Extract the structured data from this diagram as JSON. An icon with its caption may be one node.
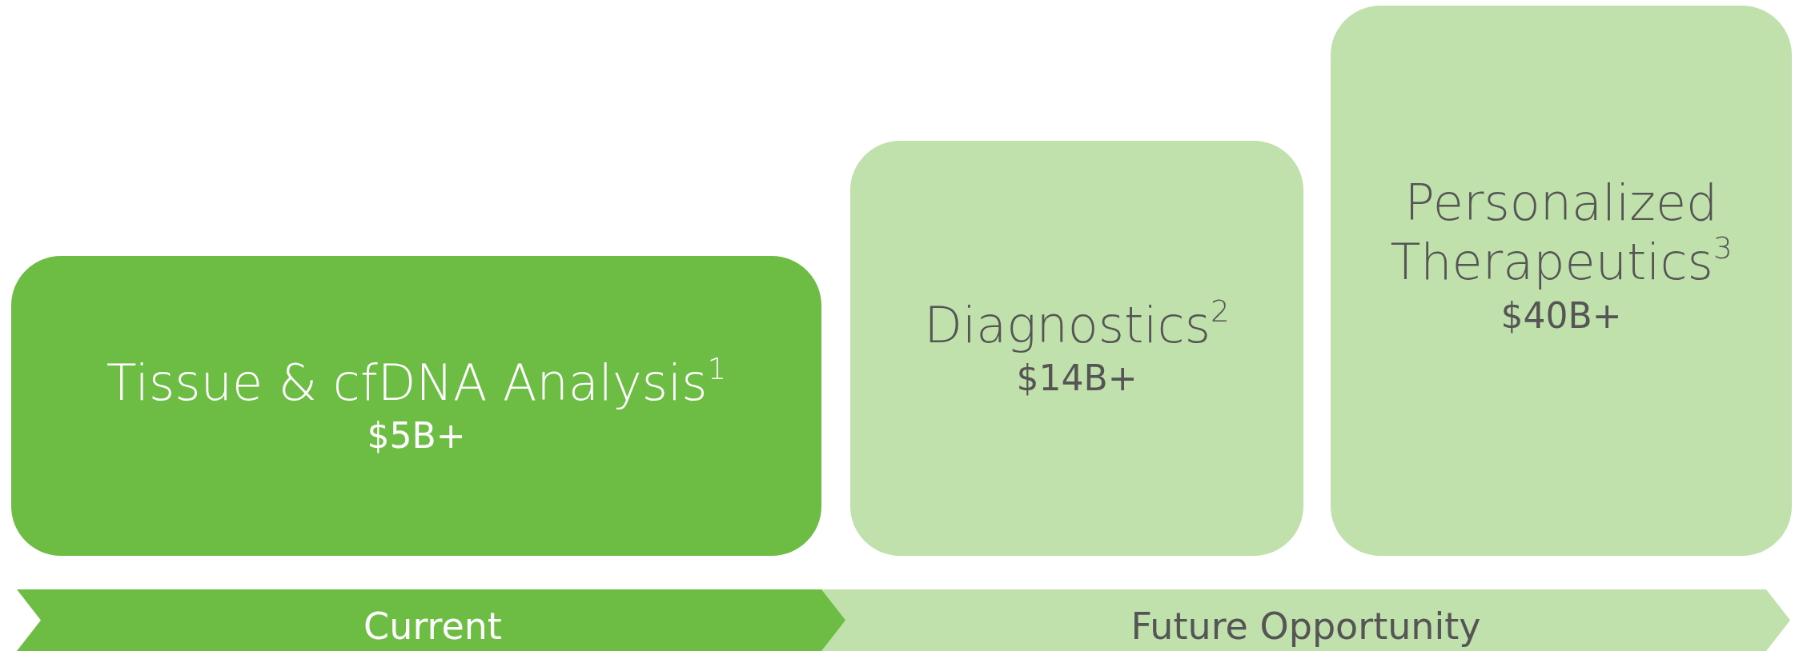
{
  "diagram": {
    "nodes": [
      {
        "text": [
          "Tissue & cfDNA Analysis$^{1}$",
          "$5B+"
        ]
      },
      {
        "text": [
          "Diagnostics$^{2}$",
          "$14B+"
        ]
      },
      {
        "text": [
          "Personalized Therapeutics$^{3}$",
          "$40B+"
        ]
      },
      {
        "text": [
          "Current"
        ]
      },
      {
        "text": [
          "Future Opportunity"
        ]
      }
    ]
  }
}
